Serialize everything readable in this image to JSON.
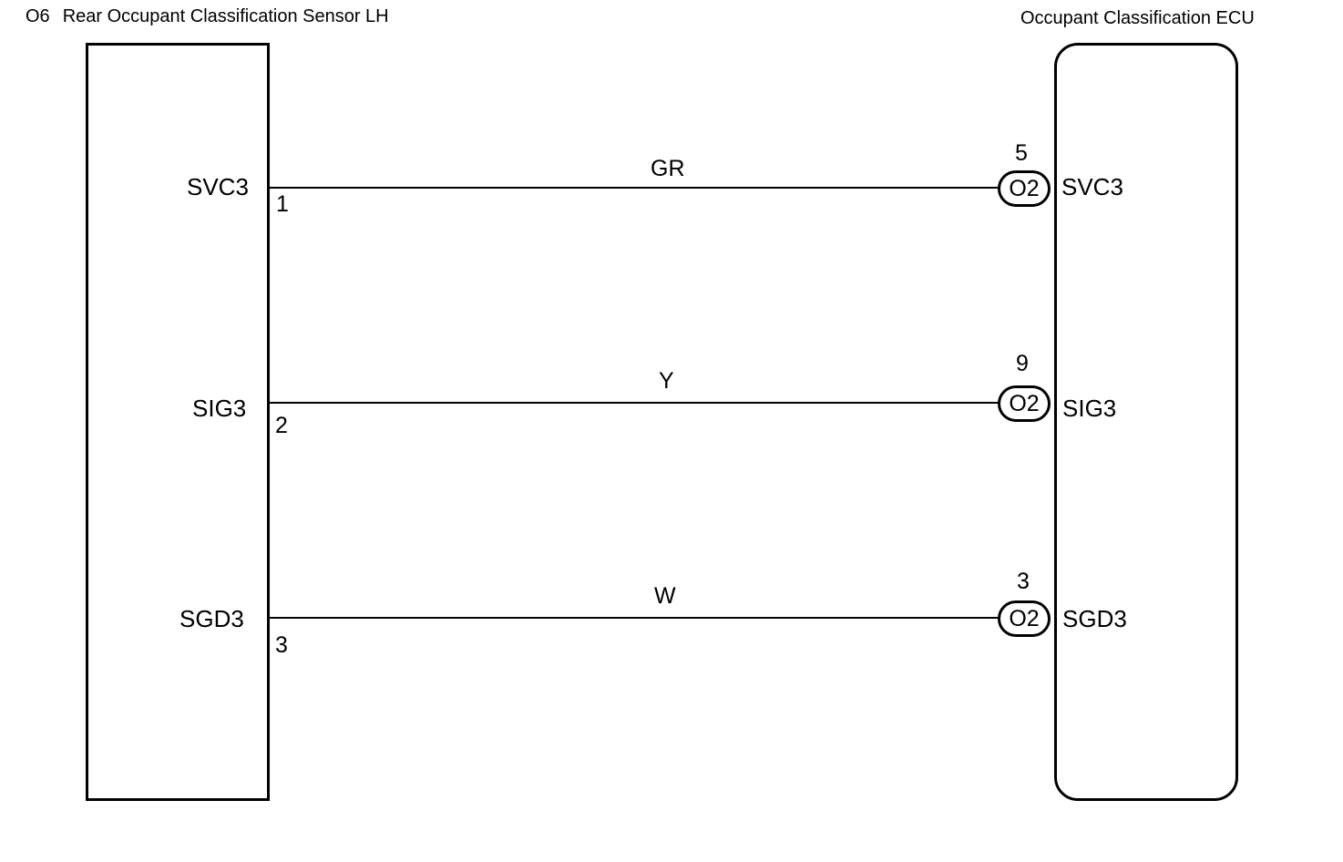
{
  "left_component": {
    "code": "O6",
    "name": "Rear Occupant Classification Sensor LH"
  },
  "right_component": {
    "name": "Occupant Classification ECU"
  },
  "circuits": [
    {
      "left_terminal": "SVC3",
      "left_pin": "1",
      "wire_color": "GR",
      "connector": "O2",
      "right_pin": "5",
      "right_terminal": "SVC3"
    },
    {
      "left_terminal": "SIG3",
      "left_pin": "2",
      "wire_color": "Y",
      "connector": "O2",
      "right_pin": "9",
      "right_terminal": "SIG3"
    },
    {
      "left_terminal": "SGD3",
      "left_pin": "3",
      "wire_color": "W",
      "connector": "O2",
      "right_pin": "3",
      "right_terminal": "SGD3"
    }
  ]
}
